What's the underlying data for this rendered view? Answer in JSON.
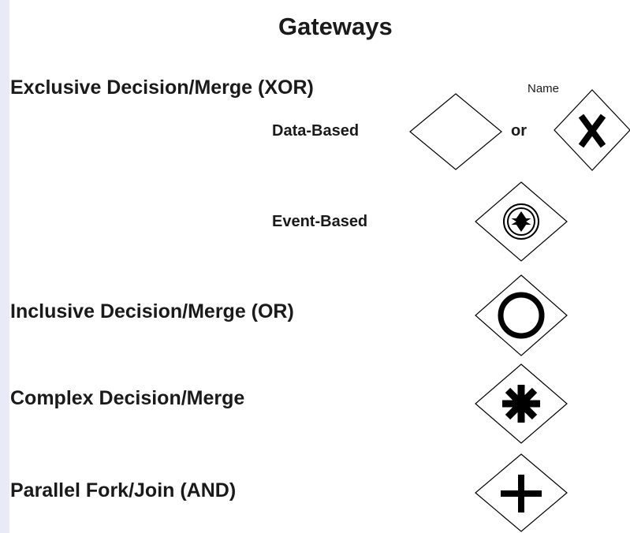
{
  "title": "Gateways",
  "rows": {
    "exclusive": {
      "label": "Exclusive Decision/Merge (XOR)",
      "data_based_label": "Data-Based",
      "or_label": "or",
      "name_label": "Name",
      "event_based_label": "Event-Based"
    },
    "inclusive": {
      "label": "Inclusive Decision/Merge (OR)"
    },
    "complex": {
      "label": "Complex Decision/Merge"
    },
    "parallel": {
      "label": "Parallel Fork/Join (AND)"
    }
  },
  "colors": {
    "stroke": "#000000",
    "fill": "#ffffff",
    "page_background": "#e8eaf8"
  },
  "icons": [
    "empty-diamond",
    "x-diamond",
    "event-star-diamond",
    "circle-diamond",
    "asterisk-diamond",
    "plus-diamond"
  ]
}
